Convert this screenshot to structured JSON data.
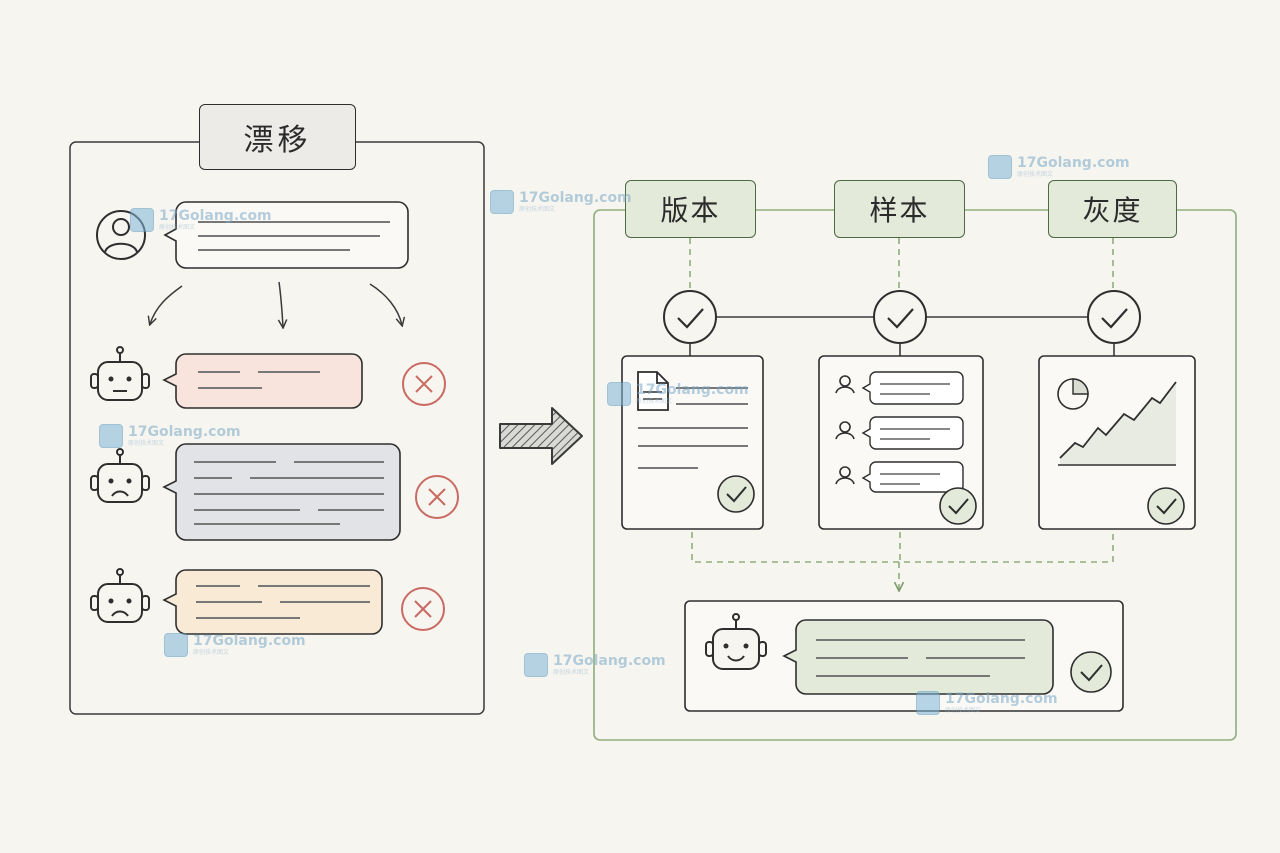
{
  "drift_panel": {
    "title": "漂移"
  },
  "improve_panel": {
    "steps": [
      {
        "label": "版本",
        "icon": "document-icon"
      },
      {
        "label": "样本",
        "icon": "user-list-icon"
      },
      {
        "label": "灰度",
        "icon": "area-chart-icon"
      }
    ]
  },
  "watermark": {
    "text": "17Golang.com",
    "subtext": "原创技术图文"
  },
  "colors": {
    "background": "#f6f5f0",
    "ink": "#2b2b2b",
    "green_border": "#8fae7c",
    "green_fill": "#e3ead9",
    "red_mark": "#c96b63",
    "bubble_red": "#f9e3dd",
    "bubble_gray": "#e2e3e6",
    "bubble_orange": "#f9ead6"
  }
}
